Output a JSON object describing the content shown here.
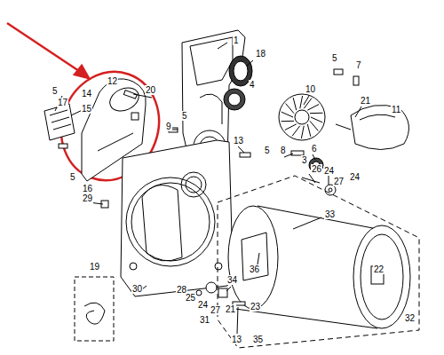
{
  "diagram": {
    "labels": [
      "1",
      "18",
      "20",
      "12",
      "5",
      "7",
      "14",
      "5",
      "17",
      "15",
      "4",
      "10",
      "21",
      "11",
      "9",
      "5",
      "13",
      "5",
      "8",
      "6",
      "5",
      "16",
      "3",
      "26",
      "24",
      "27",
      "24",
      "29",
      "33",
      "36",
      "22",
      "19",
      "30",
      "34",
      "28",
      "25",
      "24",
      "27",
      "21",
      "23",
      "31",
      "13",
      "35",
      "32"
    ]
  }
}
